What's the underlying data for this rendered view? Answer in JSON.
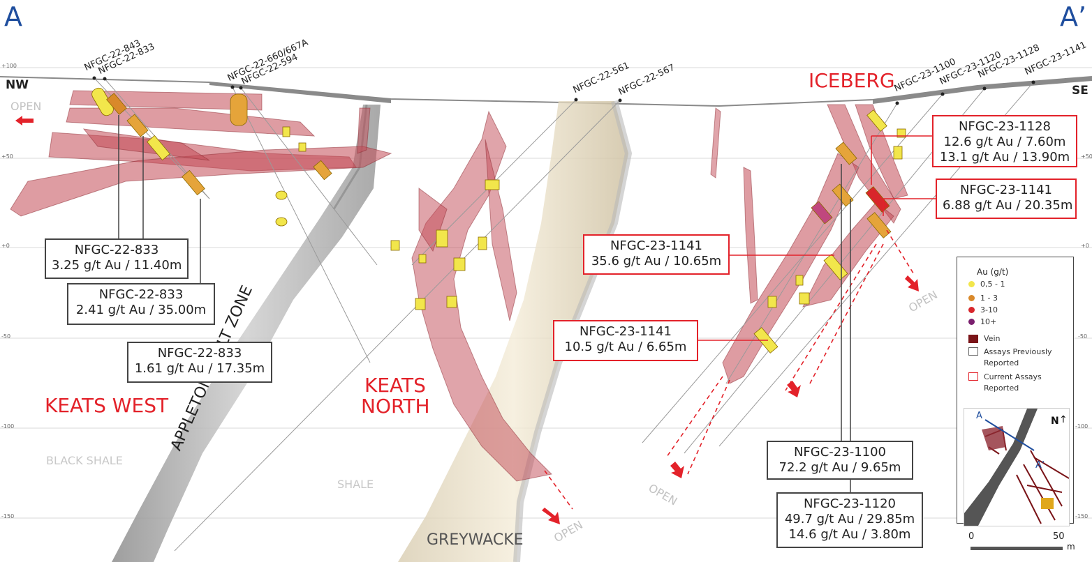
{
  "corners": {
    "left": "A",
    "right": "A’"
  },
  "directions": {
    "nw": "NW",
    "se": "SE"
  },
  "elevations": [
    "+100",
    "+50",
    "+0",
    "-50",
    "-100",
    "-150"
  ],
  "regions": {
    "keats_west": "KEATS WEST",
    "keats_north_1": "KEATS",
    "keats_north_2": "NORTH",
    "iceberg": "ICEBERG"
  },
  "geology": {
    "black_shale": "BLACK SHALE",
    "shale": "SHALE",
    "greywacke": "GREYWACKE",
    "fault_zone": "APPLETON FAULT ZONE"
  },
  "open_labels": {
    "left": "OPEN",
    "text": "OPEN"
  },
  "drill_holes": [
    "NFGC-22-843",
    "NFGC-22-833",
    "NFGC-22-660/667A",
    "NFGC-22-594",
    "NFGC-22-561",
    "NFGC-22-567",
    "NFGC-23-1100",
    "NFGC-23-1120",
    "NFGC-23-1128",
    "NFGC-23-1141"
  ],
  "callouts": {
    "c1": {
      "hole": "NFGC-22-833",
      "l1": "3.25 g/t Au / 11.40m"
    },
    "c2": {
      "hole": "NFGC-22-833",
      "l1": "2.41 g/t Au / 35.00m"
    },
    "c3": {
      "hole": "NFGC-22-833",
      "l1": "1.61 g/t Au / 17.35m"
    },
    "c4": {
      "hole": "NFGC-23-1141",
      "l1": "35.6 g/t Au / 10.65m"
    },
    "c5": {
      "hole": "NFGC-23-1141",
      "l1": "10.5 g/t Au / 6.65m"
    },
    "c6": {
      "hole": "NFGC-23-1128",
      "l1": "12.6 g/t Au / 7.60m",
      "l2": "13.1 g/t Au / 13.90m"
    },
    "c7": {
      "hole": "NFGC-23-1141",
      "l1": "6.88 g/t Au / 20.35m"
    },
    "c8": {
      "hole": "NFGC-23-1100",
      "l1": "72.2 g/t Au / 9.65m"
    },
    "c9": {
      "hole": "NFGC-23-1120",
      "l1": "49.7 g/t Au / 29.85m",
      "l2": "14.6 g/t Au / 3.80m"
    }
  },
  "legend": {
    "title": "Au (g/t)",
    "grades": [
      {
        "label": "0,5 - 1",
        "color": "#f2e64b"
      },
      {
        "label": "1 - 3",
        "color": "#d9892a"
      },
      {
        "label": "3-10",
        "color": "#d8262b"
      },
      {
        "label": "10+",
        "color": "#7a1f6e"
      }
    ],
    "vein": "Vein",
    "prev": "Assays Previously Reported",
    "curr": "Current Assays Reported"
  },
  "map": {
    "a": "A",
    "a_prime": "A’",
    "north": "N"
  },
  "scale": {
    "zero": "0",
    "fifty": "50",
    "unit": "m"
  },
  "colors": {
    "accent_red": "#e3222a",
    "vein": "#7a1418",
    "blue": "#1f4e9e"
  }
}
